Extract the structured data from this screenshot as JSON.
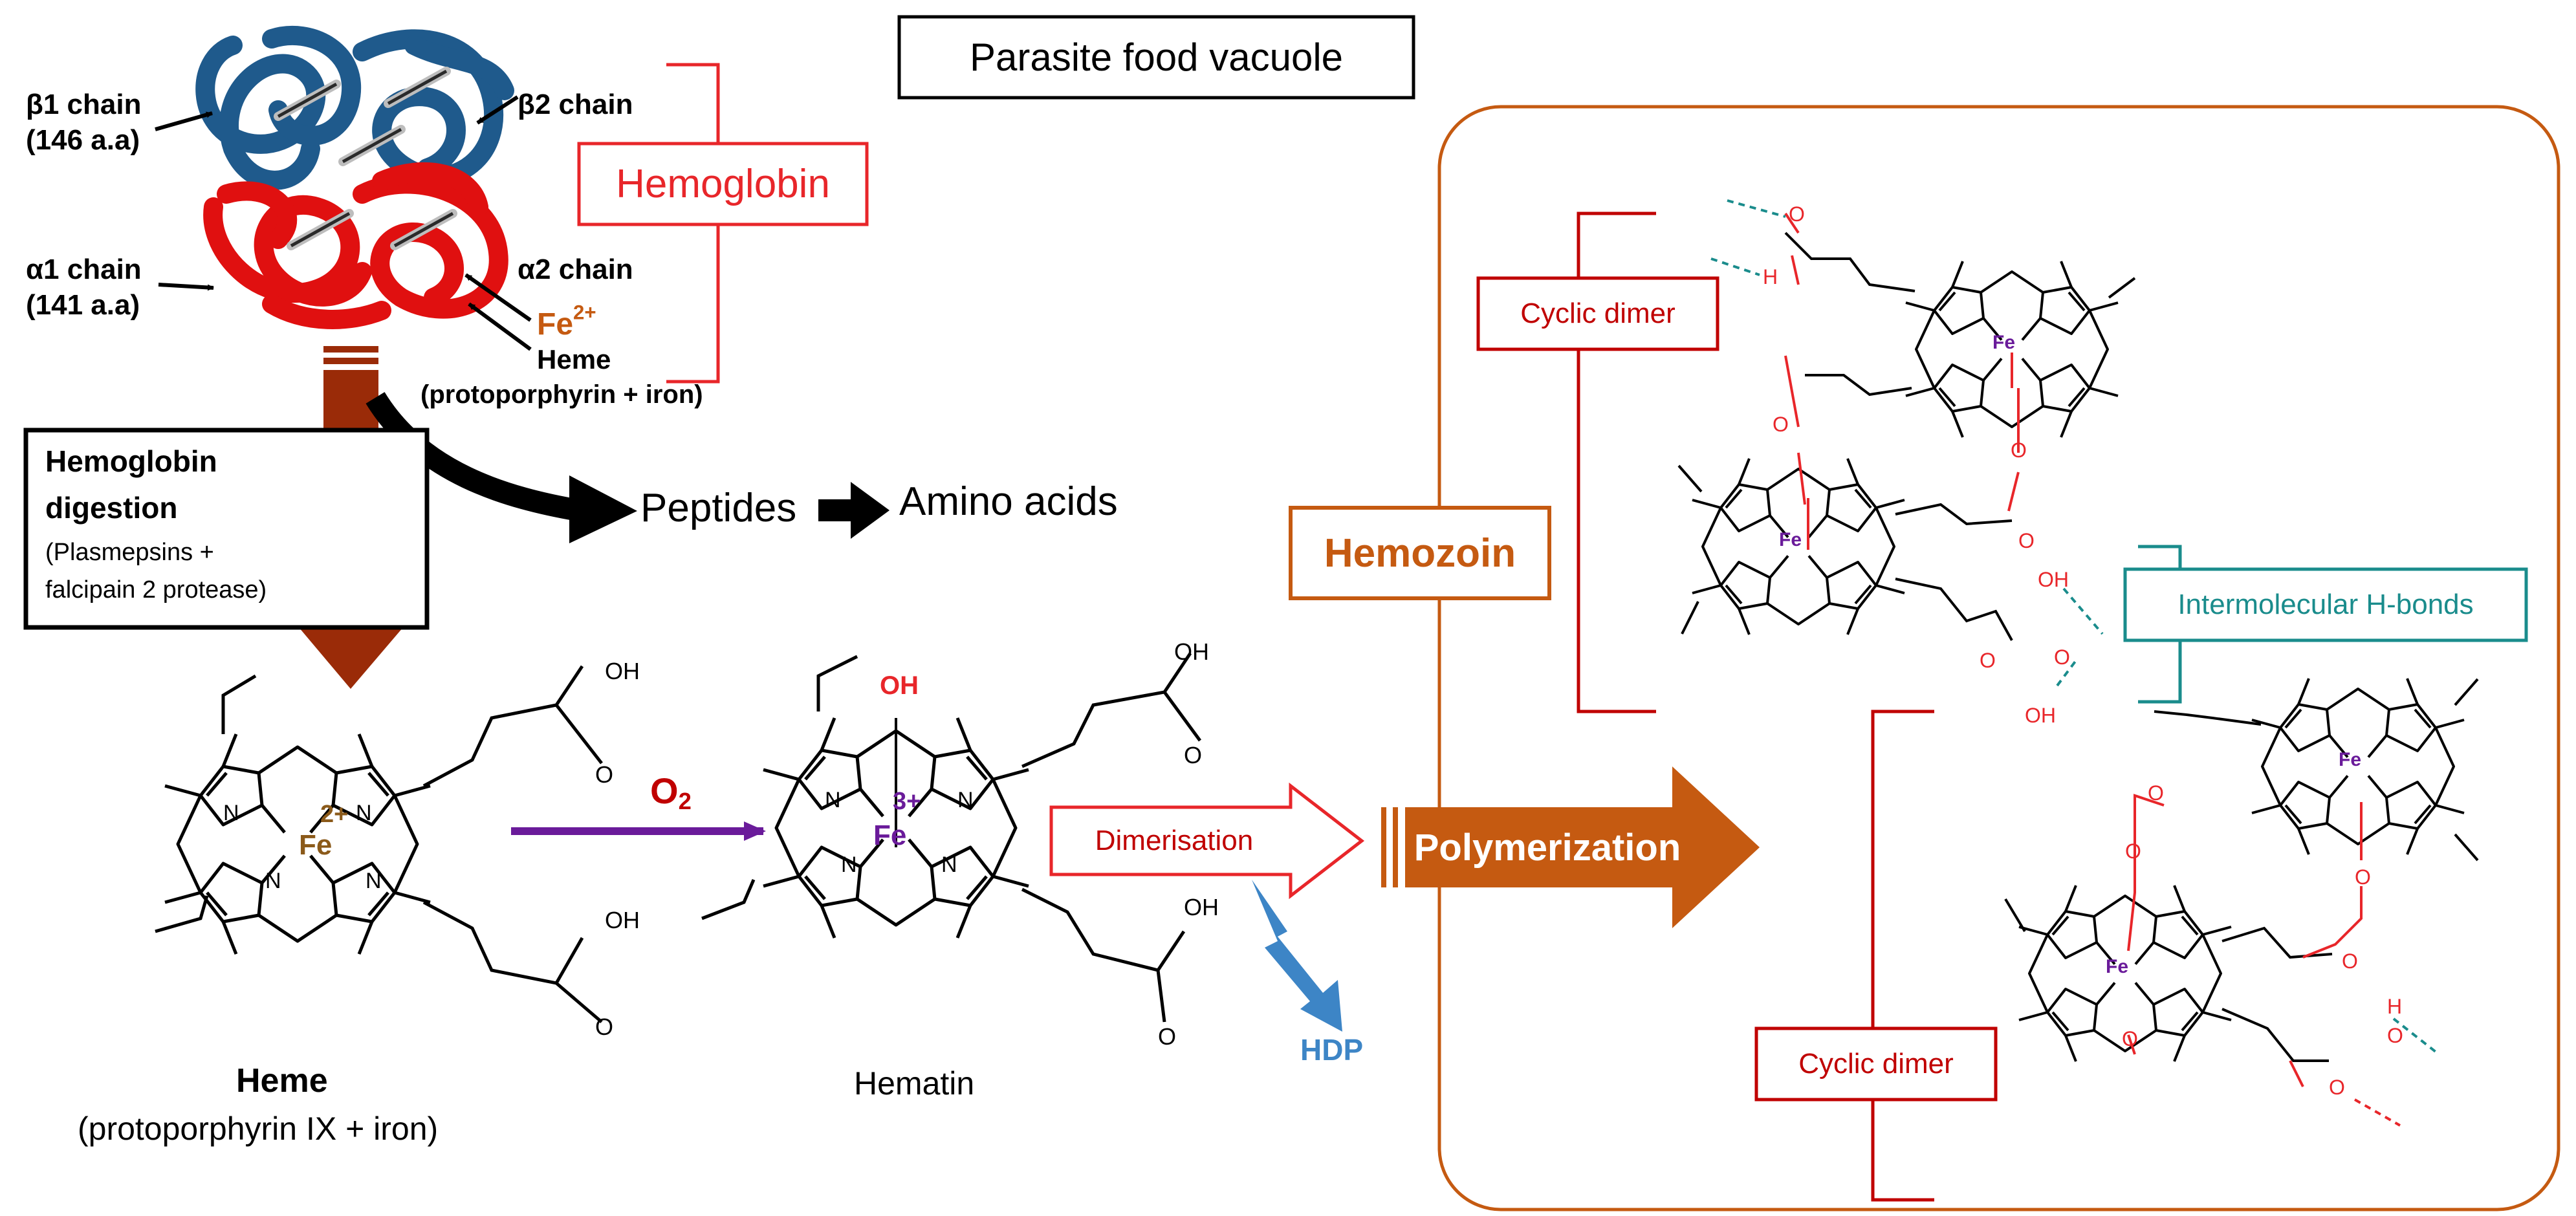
{
  "title": "Parasite food vacuole",
  "hemoglobin": {
    "label": "Hemoglobin",
    "beta1_chain": "β1 chain",
    "beta1_len": "(146 a.a)",
    "beta2_chain": "β2 chain",
    "alpha1_chain": "α1 chain",
    "alpha1_len": "(141 a.a)",
    "alpha2_chain": "α2 chain",
    "fe_base": "Fe",
    "fe_charge": "2+",
    "heme_label": "Heme",
    "heme_desc": "(protoporphyrin + iron)"
  },
  "digestion": {
    "title_line1": "Hemoglobin",
    "title_line2": "digestion",
    "enzymes_line1": "(Plasmepsins +",
    "enzymes_line2": "falcipain 2 protease)"
  },
  "products": {
    "peptides": "Peptides",
    "amino_acids": "Amino acids"
  },
  "heme": {
    "name": "Heme",
    "desc": "(protoporphyrin  IX + iron)",
    "fe": "Fe",
    "charge": "2+"
  },
  "oxidation": {
    "agent_base": "O",
    "agent_sub": "2"
  },
  "hematin": {
    "name": "Hematin",
    "fe": "Fe",
    "charge": "3+",
    "oh": "OH"
  },
  "dimerisation": "Dimerisation",
  "polymerization": "Polymerization",
  "hdp": "HDP",
  "hemozoin": {
    "label": "Hemozoin",
    "cyclic_dimer_top": "Cyclic dimer",
    "cyclic_dimer_bottom": "Cyclic dimer",
    "h_bonds": "Intermolecular  H-bonds"
  },
  "atoms": {
    "oh": "OH",
    "o": "O",
    "n": "N",
    "fe": "Fe",
    "h": "H"
  },
  "colors": {
    "red": "#e8262a",
    "dark_red": "#c00000",
    "brown_arrow": "#9a2b08",
    "orange": "#c55a11",
    "purple": "#6a1b9a",
    "teal": "#1a8c8c",
    "hdp_blue": "#3d85c6",
    "fe_brown": "#8b5a1a"
  }
}
